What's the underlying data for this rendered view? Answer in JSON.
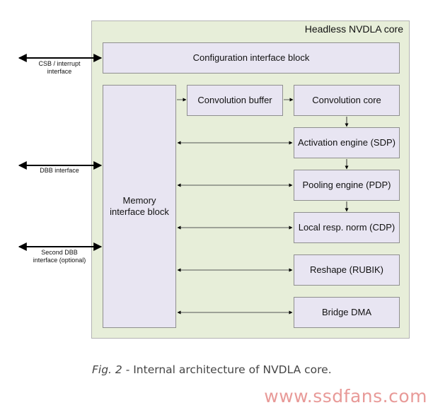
{
  "core": {
    "title": "Headless NVDLA core"
  },
  "blocks": {
    "config": "Configuration interface block",
    "memory_line1": "Memory",
    "memory_line2": "interface block",
    "conv_buffer": "Convolution buffer",
    "conv_core": "Convolution core",
    "sdp": "Activation engine (SDP)",
    "pdp": "Pooling engine (PDP)",
    "cdp": "Local resp. norm (CDP)",
    "rubik": "Reshape (RUBIK)",
    "bdma": "Bridge DMA"
  },
  "external": {
    "csb_line1": "CSB / interrupt",
    "csb_line2": "interface",
    "dbb": "DBB interface",
    "second_dbb_line1": "Second DBB",
    "second_dbb_line2": "interface (optional)"
  },
  "caption": {
    "fig": "Fig. 2",
    "text": " - Internal architecture of NVDLA core."
  },
  "watermark": "www.ssdfans.com"
}
